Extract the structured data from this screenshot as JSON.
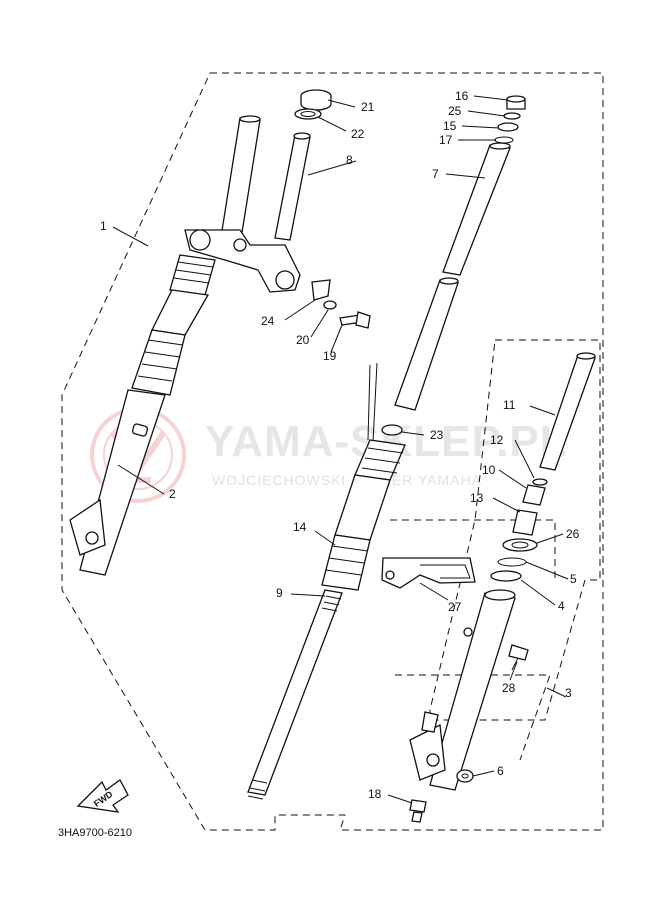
{
  "watermark": {
    "brand": "YAMA-SKLEP.PL",
    "subtitle": "WOJCIECHOWSKI DEALER YAMAHA",
    "logo_color": "#e9a0a0"
  },
  "diagram_code": "3HA9700-6210",
  "fwd_label": "FWD",
  "callouts": {
    "p1": "1",
    "p2": "2",
    "p3": "3",
    "p4": "4",
    "p5": "5",
    "p6": "6",
    "p7": "7",
    "p8": "8",
    "p9": "9",
    "p10": "10",
    "p11": "11",
    "p12": "12",
    "p13": "13",
    "p14": "14",
    "p15": "15",
    "p16": "16",
    "p17": "17",
    "p18": "18",
    "p19": "19",
    "p20": "20",
    "p21": "21",
    "p22": "22",
    "p23": "23",
    "p24": "24",
    "p25": "25",
    "p26": "26",
    "p27": "27",
    "p28": "28"
  }
}
